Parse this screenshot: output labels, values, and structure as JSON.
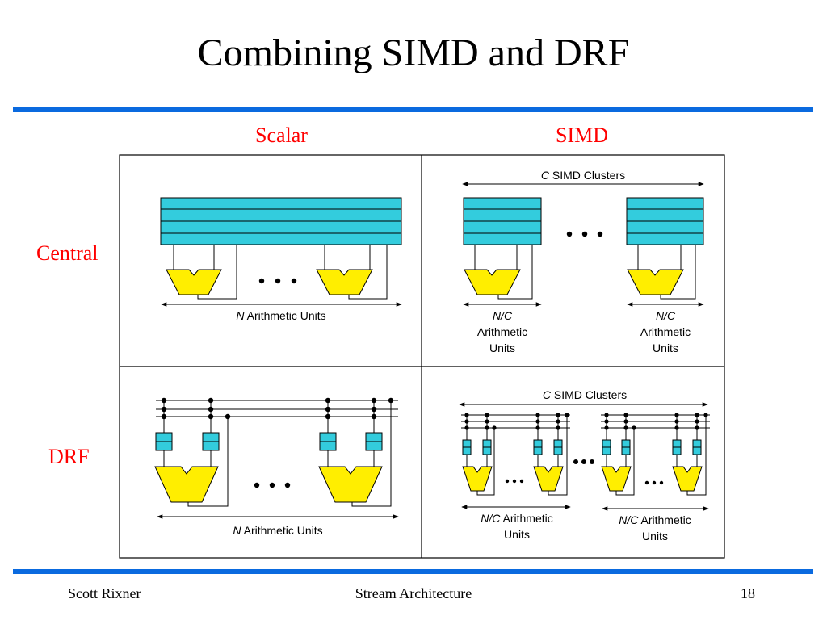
{
  "slide": {
    "title": "Combining SIMD and DRF",
    "col_headers": [
      "Scalar",
      "SIMD"
    ],
    "row_headers": [
      "Central",
      "DRF"
    ],
    "footer": {
      "author": "Scott Rixner",
      "topic": "Stream Architecture",
      "page": "18"
    }
  },
  "diagram": {
    "scalar_central": {
      "var": "N",
      "label": " Arithmetic Units"
    },
    "simd_central": {
      "clusters_var": "C",
      "clusters_label": " SIMD Clusters",
      "units_var": "N/C",
      "units_line2": "Arithmetic",
      "units_line3": "Units"
    },
    "scalar_drf": {
      "var": "N",
      "label": " Arithmetic Units"
    },
    "simd_drf": {
      "clusters_var": "C",
      "clusters_label": " SIMD Clusters",
      "units_var": "N/C",
      "units_label": " Arithmetic",
      "units_line2": "Units"
    },
    "colors": {
      "register": "#33ccdd",
      "alu": "#ffee00",
      "header_red": "#ff0000",
      "rule_blue": "#0a6adf"
    }
  }
}
